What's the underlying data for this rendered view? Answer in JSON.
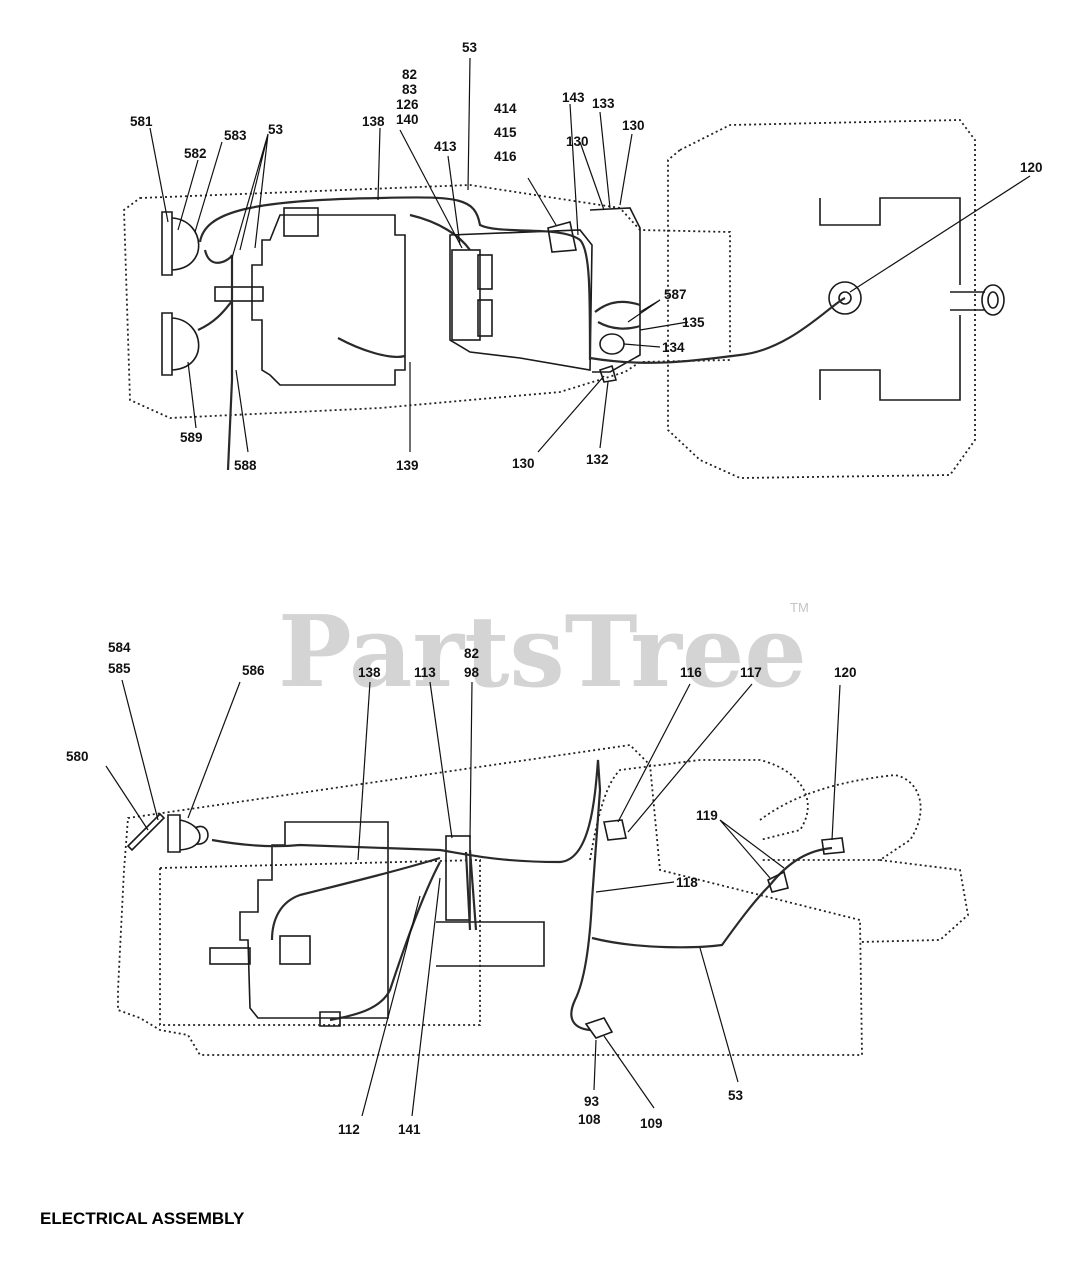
{
  "diagram": {
    "title": "ELECTRICAL ASSEMBLY",
    "watermark": {
      "brand": "PartsTree",
      "trademark": "TM"
    },
    "top_view_labels": [
      "53",
      "82",
      "83",
      "126",
      "140",
      "414",
      "415",
      "416",
      "143",
      "133",
      "138",
      "413",
      "130",
      "130",
      "581",
      "582",
      "583",
      "53",
      "120",
      "587",
      "135",
      "134",
      "589",
      "588",
      "139",
      "130",
      "132"
    ],
    "side_view_labels": [
      "584",
      "585",
      "586",
      "138",
      "113",
      "82",
      "98",
      "116",
      "117",
      "120",
      "580",
      "119",
      "118",
      "112",
      "141",
      "93",
      "108",
      "109",
      "53"
    ]
  },
  "colors": {
    "ink": "#1a1a1a",
    "watermark": "#d4d4d4",
    "background": "#ffffff"
  }
}
